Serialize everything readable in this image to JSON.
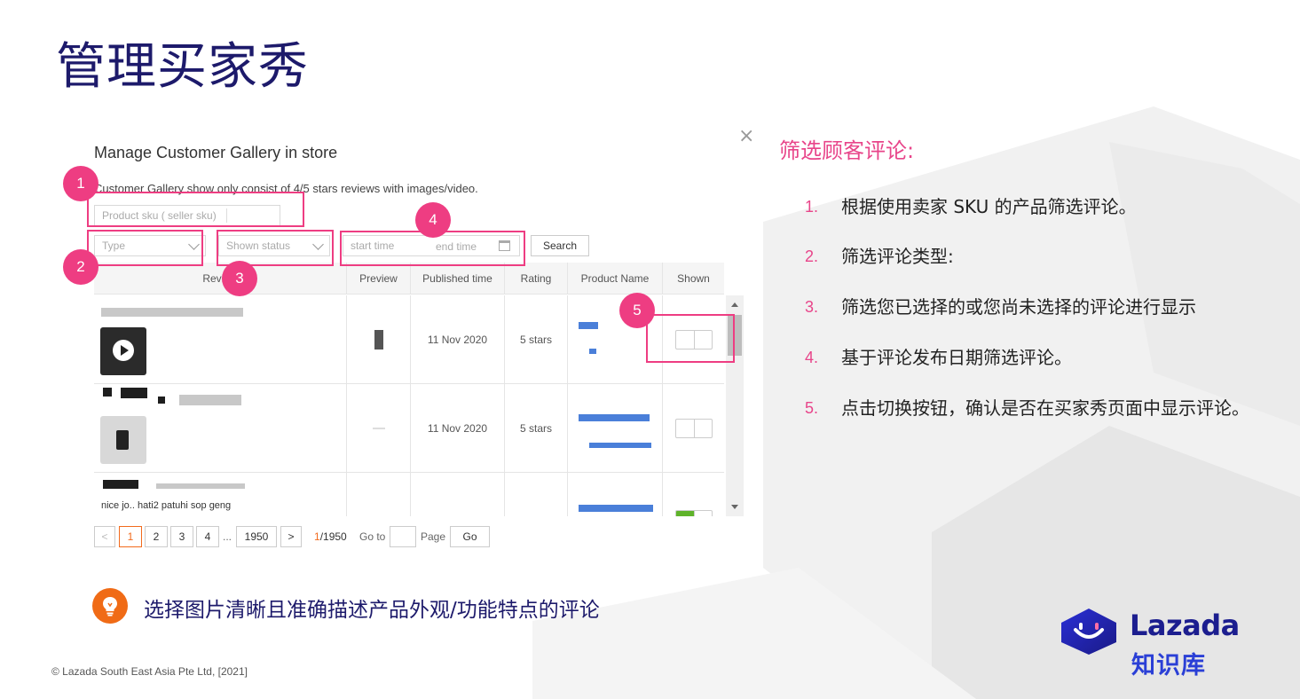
{
  "slide": {
    "title": "管理买家秀",
    "copyright": "©  Lazada South East Asia Pte Ltd, [2021]"
  },
  "dialog": {
    "title": "Manage Customer Gallery in store",
    "close_icon": "close-icon",
    "description": "Customer Gallery show only consist of 4/5 stars reviews with images/video.",
    "filters": {
      "sku_placeholder": "Product sku ( seller sku)",
      "type_placeholder": "Type",
      "status_placeholder": "Shown status",
      "start_placeholder": "start time",
      "end_placeholder": "end time",
      "search_label": "Search"
    },
    "table": {
      "columns": [
        "Review",
        "Preview",
        "Published time",
        "Rating",
        "Product Name",
        "Shown"
      ],
      "rows": [
        {
          "review_text": "",
          "published": "11 Nov 2020",
          "rating": "5 stars",
          "shown": false
        },
        {
          "review_text": "",
          "published": "11 Nov 2020",
          "rating": "5 stars",
          "shown": false
        },
        {
          "review_text": "nice jo.. hati2 patuhi sop geng",
          "published": "",
          "rating": "",
          "shown": true
        }
      ]
    },
    "pager": {
      "prev": "<",
      "pages": [
        "1",
        "2",
        "3",
        "4"
      ],
      "ellipsis": "...",
      "last": "1950",
      "next": ">",
      "current": "1",
      "total": "/1950",
      "goto_label": "Go to",
      "page_label": "Page",
      "go_label": "Go"
    }
  },
  "markers": [
    "1",
    "2",
    "3",
    "4",
    "5"
  ],
  "side": {
    "title": "筛选顾客评论:",
    "steps": [
      {
        "num": "1.",
        "text": "根据使用卖家 SKU 的产品筛选评论。"
      },
      {
        "num": "2.",
        "text": "筛选评论类型:"
      },
      {
        "num": "3.",
        "text": "筛选您已选择的或您尚未选择的评论进行显示"
      },
      {
        "num": "4.",
        "text": "基于评论发布日期筛选评论。"
      },
      {
        "num": "5.",
        "text": "点击切换按钮，确认是否在买家秀页面中显示评论。"
      }
    ]
  },
  "tip": {
    "icon": "lightbulb-icon",
    "text": "选择图片清晰且准确描述产品外观/功能特点的评论"
  },
  "logo": {
    "name": "Lazada",
    "sub": "知识库",
    "icon": "lazada-heart-icon"
  },
  "colors": {
    "title": "#1d1a6b",
    "accent_pink": "#ee3d82",
    "tip_orange": "#f06b16",
    "logo_blue": "#1c1e8f"
  }
}
